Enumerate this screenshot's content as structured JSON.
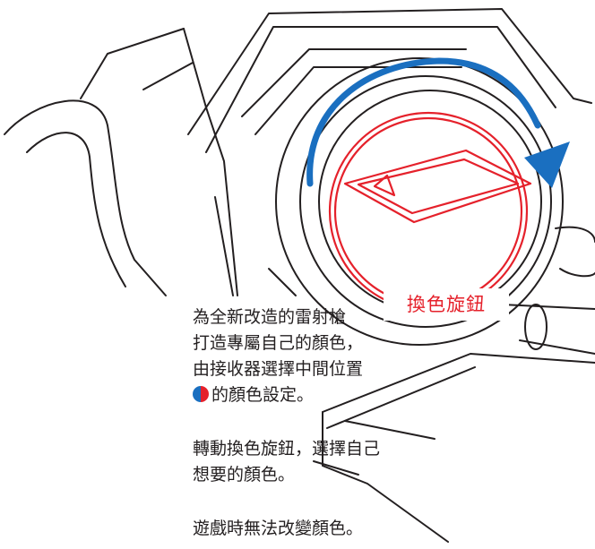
{
  "dial_label": "換色旋鈕",
  "instructions": [
    {
      "line1": "為全新改造的雷射槍",
      "line2": "打造專屬自己的顏色，",
      "line3": "由接收器選擇中間位置",
      "line4": "的顏色設定。"
    },
    {
      "line1": "轉動換色旋鈕，選擇自己",
      "line2": "想要的顏色。"
    },
    {
      "line1": "遊戲時無法改變顏色。"
    }
  ],
  "colors": {
    "outline": "#231f20",
    "dial": "#e5212b",
    "arrow": "#1a6fc0",
    "dot_left": "#1a6fc0",
    "dot_right": "#e5212b"
  }
}
